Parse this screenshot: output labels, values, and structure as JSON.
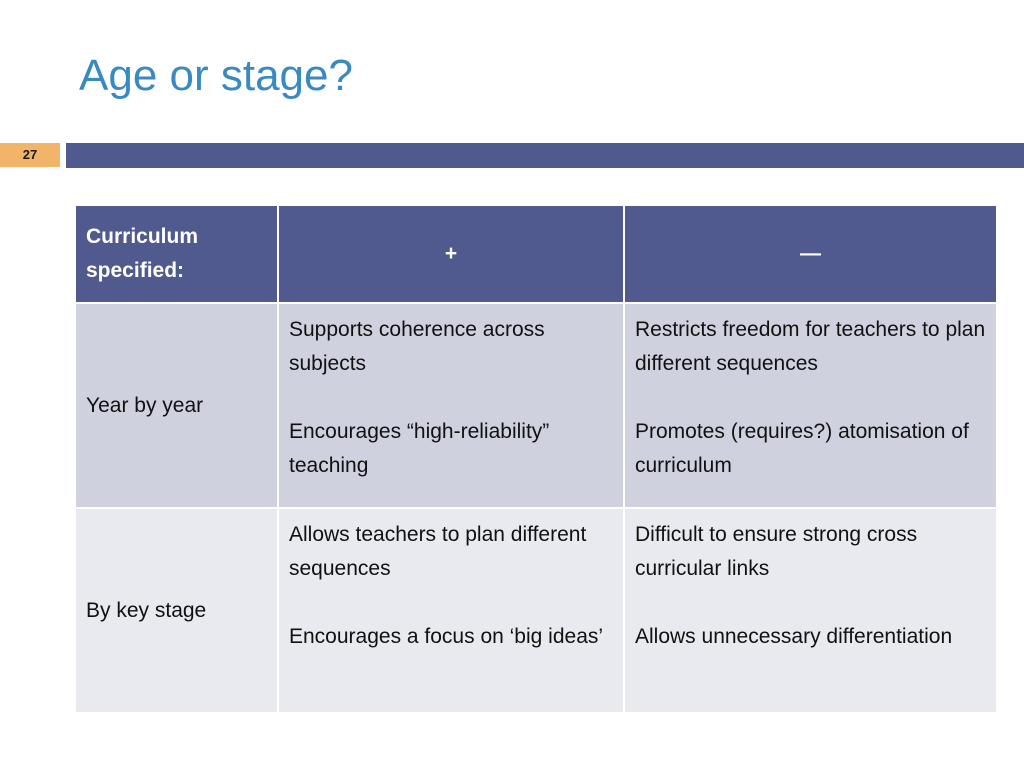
{
  "slide": {
    "title": "Age or stage?",
    "number": "27"
  },
  "colors": {
    "title": "#3a8ac2",
    "header_fill": "#505a8e",
    "slide_number_fill": "#f2b468",
    "row_odd_fill": "#cfd1de",
    "row_even_fill": "#e9eaef"
  },
  "table": {
    "header": {
      "label": "Curriculum specified:",
      "plus": "+",
      "minus": "—"
    },
    "rows": [
      {
        "label": "Year by year",
        "plus": [
          "Supports coherence across subjects",
          "Encourages “high-reliability” teaching"
        ],
        "minus": [
          "Restricts freedom for teachers to plan different sequences",
          "Promotes (requires?) atomisation of curriculum"
        ]
      },
      {
        "label": "By key stage",
        "plus": [
          "Allows teachers to plan different sequences",
          "Encourages a focus on ‘big ideas’"
        ],
        "minus": [
          "Difficult to ensure strong cross curricular links",
          "Allows unnecessary differentiation"
        ]
      }
    ]
  }
}
